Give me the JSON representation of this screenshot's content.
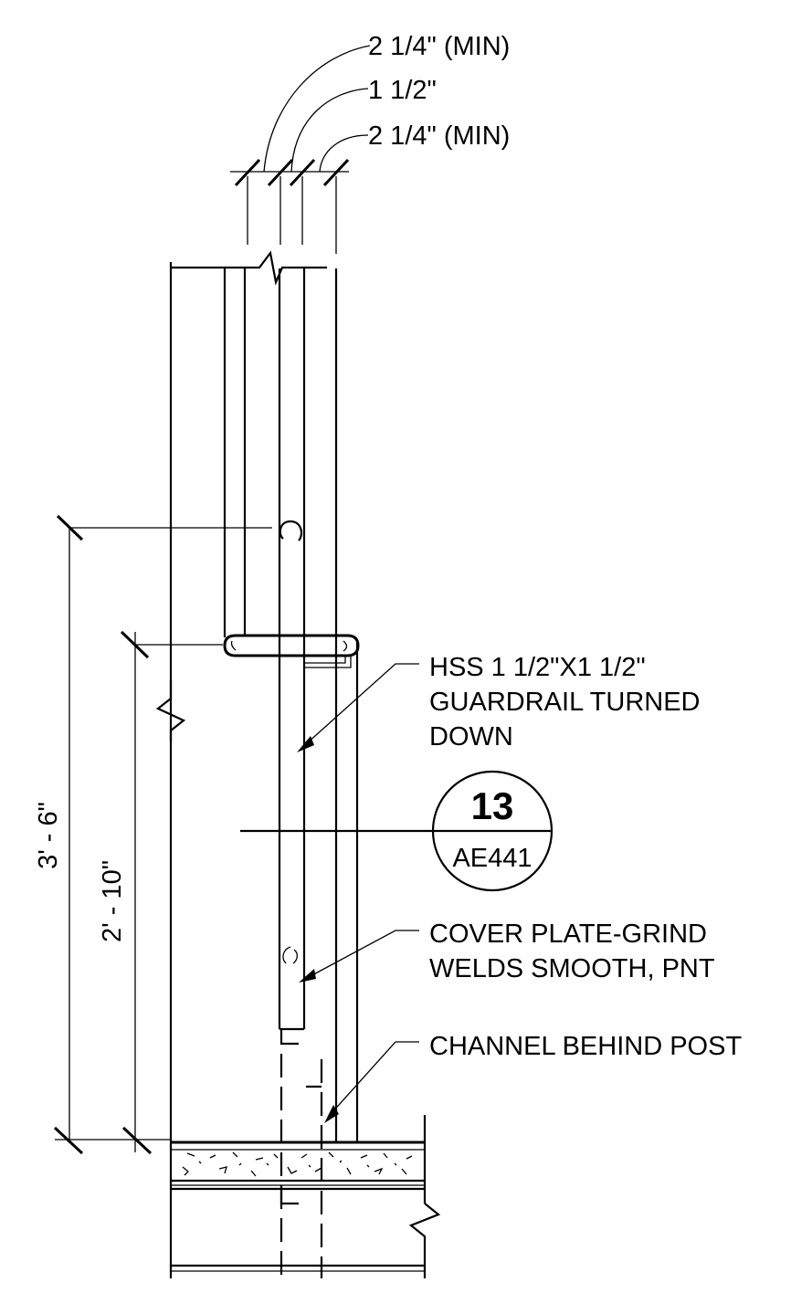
{
  "dimensions": {
    "top_left": "2 1/4\" (MIN)",
    "top_middle": "1 1/2\"",
    "top_right": "2 1/4\" (MIN)",
    "vertical_outer": "3' - 6\"",
    "vertical_inner": "2' - 10\""
  },
  "notes": {
    "guardrail": [
      "HSS 1 1/2\"X1 1/2\"",
      "GUARDRAIL TURNED",
      "DOWN"
    ],
    "cover_plate": [
      "COVER PLATE-GRIND",
      "WELDS SMOOTH, PNT"
    ],
    "channel": [
      "CHANNEL BEHIND POST"
    ]
  },
  "section_marker": {
    "number": "13",
    "sheet": "AE441"
  }
}
